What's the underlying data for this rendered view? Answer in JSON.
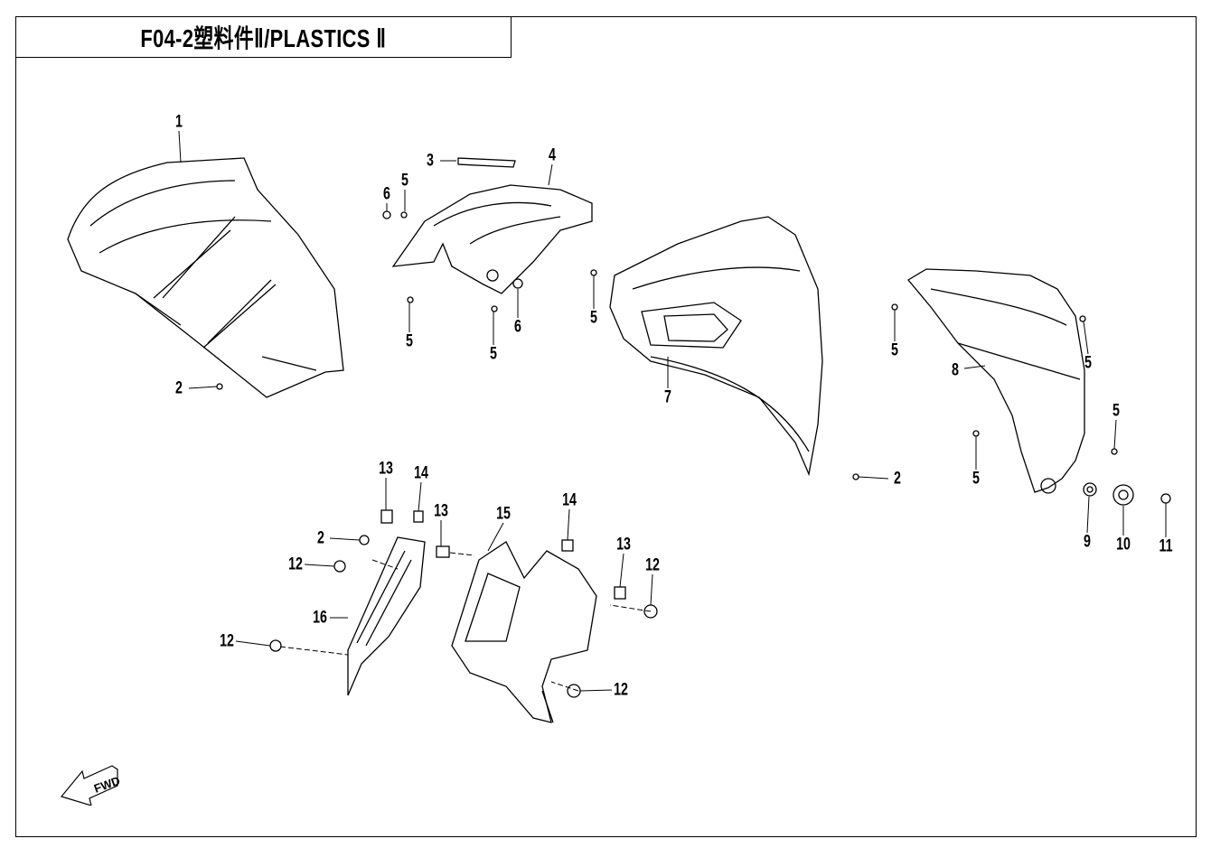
{
  "title": "F04-2塑料件Ⅱ/PLASTICS Ⅱ",
  "fwd_icon": {
    "text": "FWD"
  },
  "callouts": [
    "1",
    "2",
    "3",
    "4",
    "5",
    "6",
    "5",
    "5",
    "6",
    "5",
    "7",
    "2",
    "5",
    "5",
    "8",
    "5",
    "5",
    "9",
    "10",
    "11",
    "13",
    "14",
    "13",
    "2",
    "12",
    "15",
    "14",
    "13",
    "12",
    "16",
    "12",
    "12"
  ]
}
